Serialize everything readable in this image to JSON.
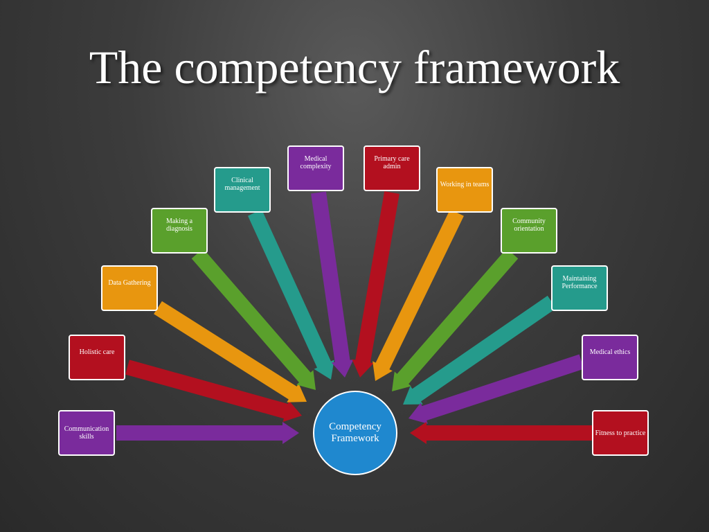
{
  "title": "The competency framework",
  "center": {
    "label": "Competency Framework",
    "color": "#1f88cf"
  },
  "colors": {
    "purple": "#7a2b9c",
    "red": "#b3101f",
    "orange": "#e8960f",
    "green": "#5aa02c",
    "teal": "#259b8c"
  },
  "nodes": [
    {
      "label": "Communication skills",
      "color": "purple"
    },
    {
      "label": "Holistic care",
      "color": "red"
    },
    {
      "label": "Data Gathering",
      "color": "orange"
    },
    {
      "label": "Making a diagnosis",
      "color": "green"
    },
    {
      "label": "Clinical management",
      "color": "teal"
    },
    {
      "label": "Medical complexity",
      "color": "purple"
    },
    {
      "label": "Primary care admin",
      "color": "red"
    },
    {
      "label": "Working in teams",
      "color": "orange"
    },
    {
      "label": "Community orientation",
      "color": "green"
    },
    {
      "label": "Maintaining Performance",
      "color": "teal"
    },
    {
      "label": "Medical ethics",
      "color": "purple"
    },
    {
      "label": "Fitness to practice",
      "color": "red"
    }
  ]
}
